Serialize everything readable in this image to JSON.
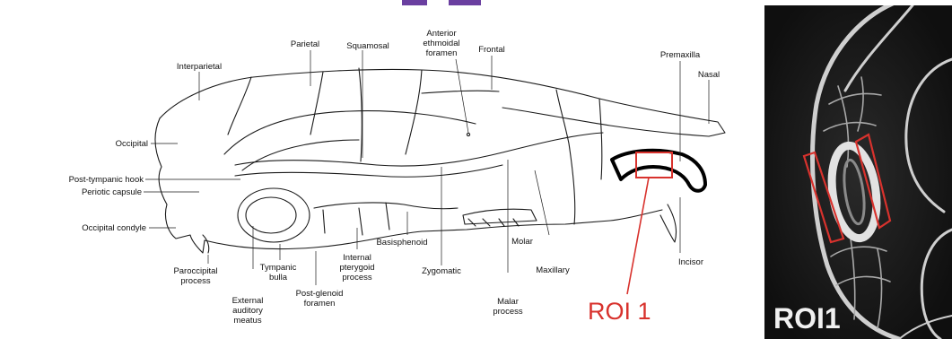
{
  "diagram": {
    "labels": {
      "interparietal": "Interparietal",
      "parietal": "Parietal",
      "squamosal": "Squamosal",
      "anterior_ethmoidal_1": "Anterior",
      "anterior_ethmoidal_2": "ethmoidal",
      "anterior_ethmoidal_3": "foramen",
      "frontal": "Frontal",
      "premaxilla": "Premaxilla",
      "nasal": "Nasal",
      "occipital": "Occipital",
      "post_tympanic_hook": "Post-tympanic hook",
      "periotic_capsule": "Periotic capsule",
      "occipital_condyle": "Occipital condyle",
      "basisphenoid": "Basisphenoid",
      "molar": "Molar",
      "maxillary": "Maxillary",
      "incisor": "Incisor",
      "paroccipital_1": "Paroccipital",
      "paroccipital_2": "process",
      "tympanic_bulla_1": "Tympanic",
      "tympanic_bulla_2": "bulla",
      "internal_pterygoid_1": "Internal",
      "internal_pterygoid_2": "pterygoid",
      "internal_pterygoid_3": "process",
      "zygomatic": "Zygomatic",
      "external_auditory_1": "External",
      "external_auditory_2": "auditory",
      "external_auditory_3": "meatus",
      "post_glenoid_1": "Post-glenoid",
      "post_glenoid_2": "foramen",
      "malar_process_1": "Malar",
      "malar_process_2": "process"
    },
    "roi_label": "ROI 1"
  },
  "ct_panel": {
    "label": "ROI1"
  },
  "colors": {
    "roi_red": "#d8322d",
    "line": "#1a1a1a",
    "ct_background": "#151515",
    "bone_gray": "#cfcfcf",
    "header_purple": "#6a3fa0"
  }
}
